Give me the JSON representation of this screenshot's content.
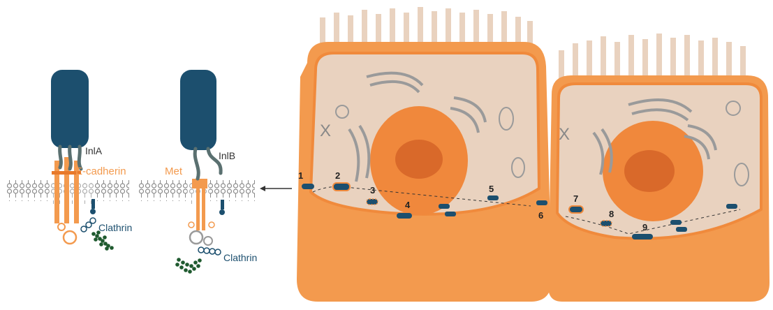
{
  "colors": {
    "bacterium": "#1c4f6e",
    "orange": "#f39a4e",
    "orange_dark": "#e8792a",
    "cell_fill": "#e9d2bf",
    "nucleus": "#f0883c",
    "nucleolus": "#d9692a",
    "organelle_gray": "#9a9a9a",
    "clathrin_dot": "#1f5a2f",
    "membrane_gray": "#8a8a8a"
  },
  "left_panel": {
    "receptor_a": "E-cadherin",
    "ligand_a": "InlA",
    "receptor_b": "Met",
    "ligand_b": "InlB",
    "clathrin_a": "Clathrin",
    "clathrin_b": "Clathrin"
  },
  "steps": [
    "1",
    "2",
    "3",
    "4",
    "5",
    "6",
    "7",
    "8",
    "9"
  ]
}
